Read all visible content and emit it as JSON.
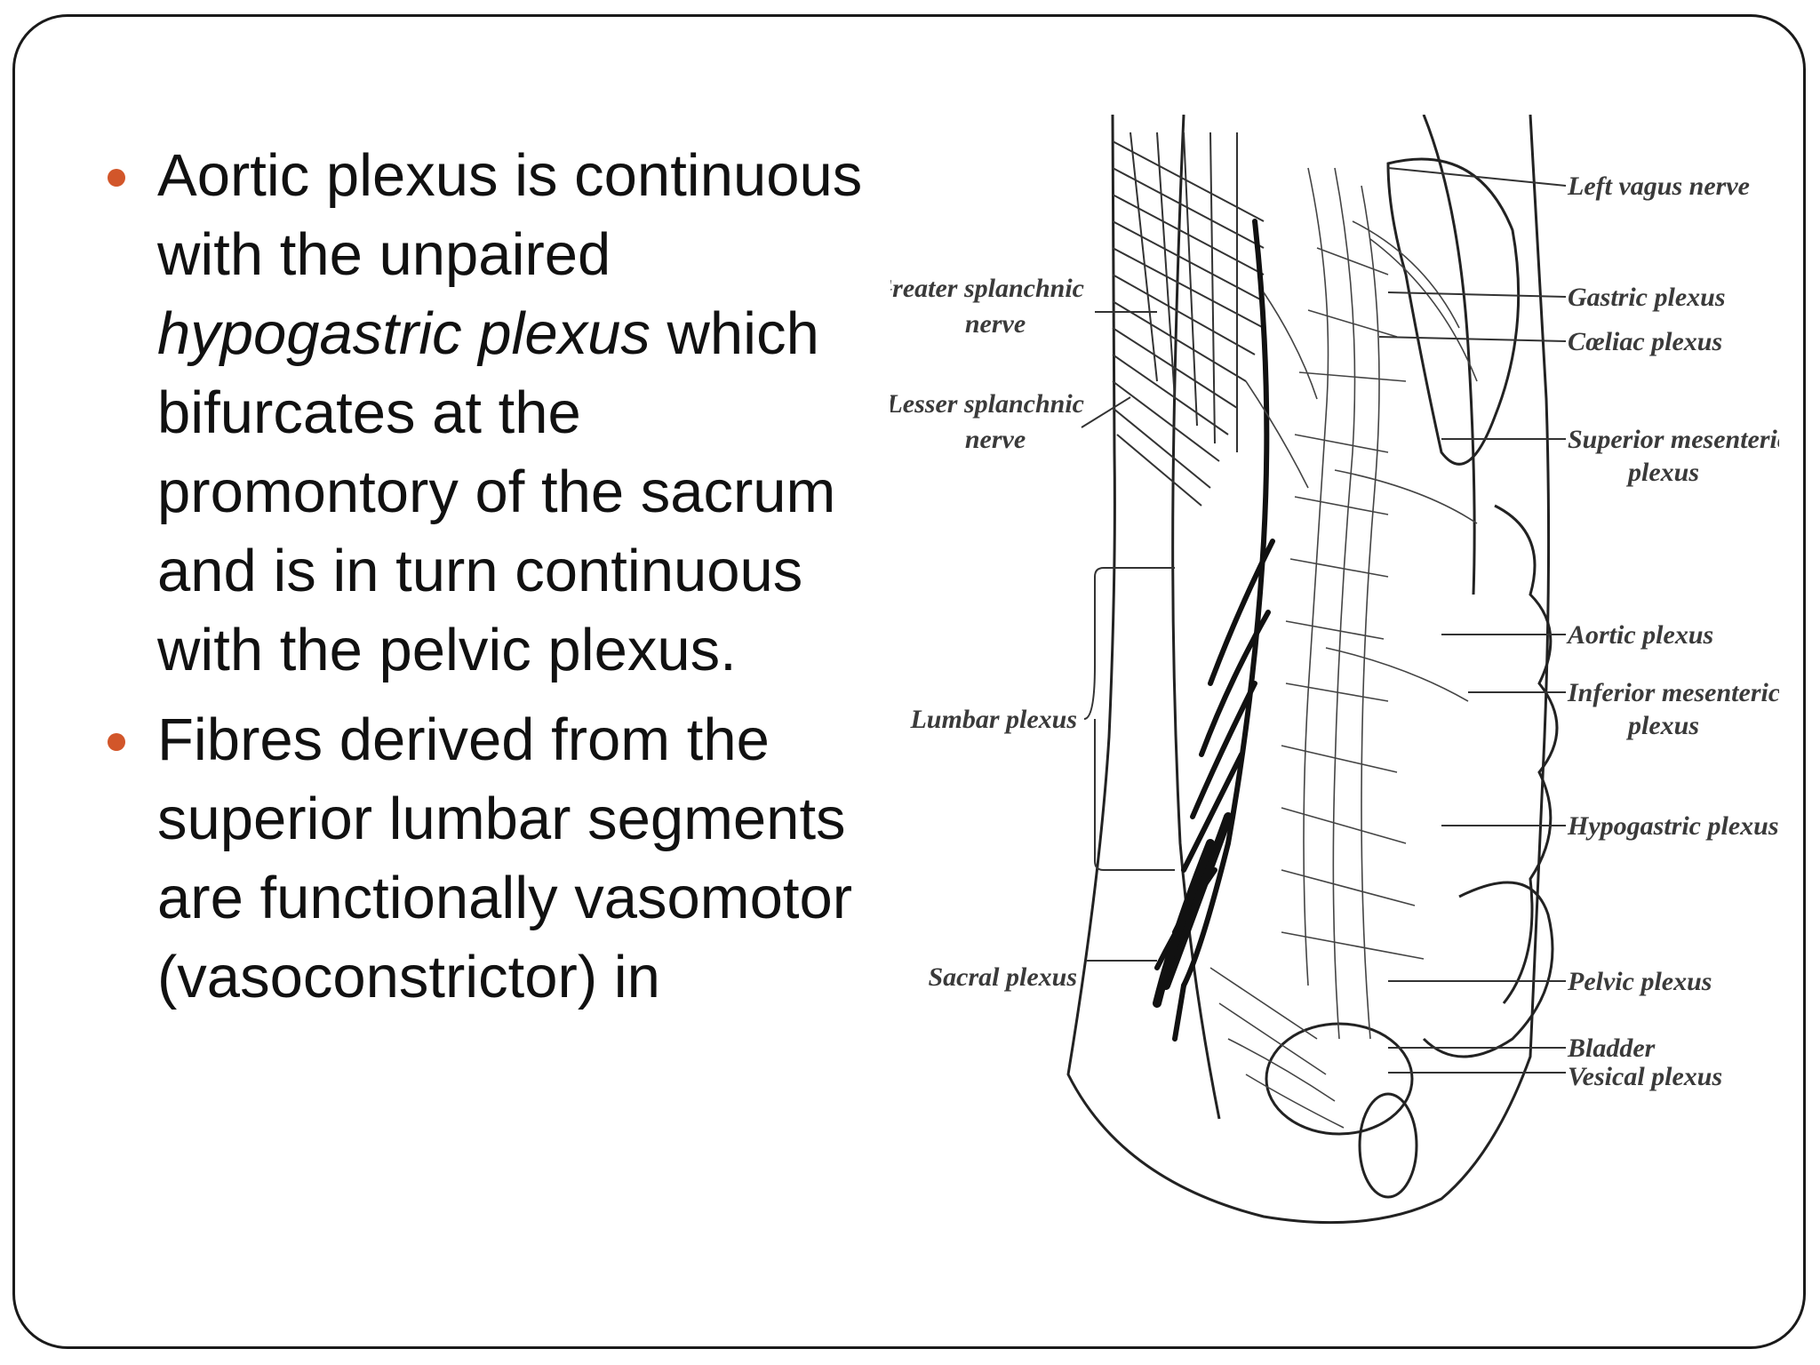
{
  "bullets": [
    {
      "parts": [
        "Aortic plexus is continuous with the unpaired ",
        "hypogastric plexus",
        " which bifurcates at the promontory of the sacrum and is in turn continuous with the pelvic plexus."
      ]
    },
    {
      "parts": [
        "Fibres derived from the superior lumbar segments are functionally vasomotor (vasoconstrictor) in"
      ]
    }
  ],
  "figure": {
    "labels_left": {
      "greater_splanchnic_1": "Greater splanchnic",
      "greater_splanchnic_2": "nerve",
      "lesser_splanchnic_1": "Lesser splanchnic",
      "lesser_splanchnic_2": "nerve",
      "lumbar": "Lumbar plexus",
      "sacral": "Sacral plexus"
    },
    "labels_right": {
      "left_vagus": "Left vagus nerve",
      "gastric": "Gastric plexus",
      "celiac": "Cœliac plexus",
      "sup_mesenteric_1": "Superior mesenteric",
      "sup_mesenteric_2": "plexus",
      "aortic": "Aortic plexus",
      "inf_mesenteric_1": "Inferior mesenteric",
      "inf_mesenteric_2": "plexus",
      "hypogastric": "Hypogastric plexus",
      "pelvic": "Pelvic plexus",
      "bladder": "Bladder",
      "vesical": "Vesical plexus"
    }
  },
  "colors": {
    "bullet": "#d2562a",
    "text": "#111111",
    "border": "#1a1a1a"
  }
}
